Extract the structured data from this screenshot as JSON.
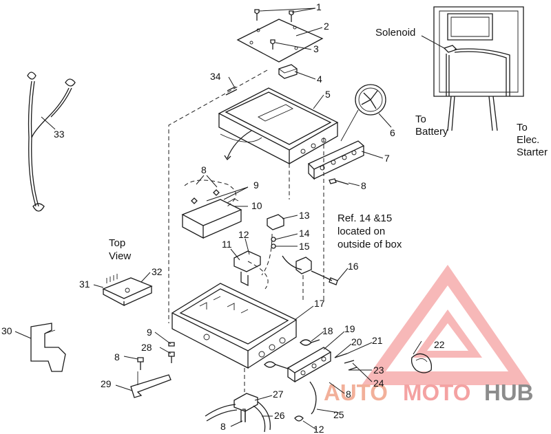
{
  "callouts": [
    {
      "id": "c1",
      "label": "1"
    },
    {
      "id": "c2",
      "label": "2"
    },
    {
      "id": "c3",
      "label": "3"
    },
    {
      "id": "c4",
      "label": "4"
    },
    {
      "id": "c5",
      "label": "5"
    },
    {
      "id": "c6",
      "label": "6"
    },
    {
      "id": "c7",
      "label": "7"
    },
    {
      "id": "c8a",
      "label": "8"
    },
    {
      "id": "c8b",
      "label": "8"
    },
    {
      "id": "c8c",
      "label": "8"
    },
    {
      "id": "c8d",
      "label": "8"
    },
    {
      "id": "c8e",
      "label": "8"
    },
    {
      "id": "c9a",
      "label": "9"
    },
    {
      "id": "c9b",
      "label": "9"
    },
    {
      "id": "c10",
      "label": "10"
    },
    {
      "id": "c11",
      "label": "11"
    },
    {
      "id": "c12a",
      "label": "12"
    },
    {
      "id": "c12b",
      "label": "12"
    },
    {
      "id": "c13",
      "label": "13"
    },
    {
      "id": "c14",
      "label": "14"
    },
    {
      "id": "c15",
      "label": "15"
    },
    {
      "id": "c16",
      "label": "16"
    },
    {
      "id": "c17",
      "label": "17"
    },
    {
      "id": "c18",
      "label": "18"
    },
    {
      "id": "c19",
      "label": "19"
    },
    {
      "id": "c20",
      "label": "20"
    },
    {
      "id": "c21",
      "label": "21"
    },
    {
      "id": "c22",
      "label": "22"
    },
    {
      "id": "c23",
      "label": "23"
    },
    {
      "id": "c24",
      "label": "24"
    },
    {
      "id": "c25",
      "label": "25"
    },
    {
      "id": "c26",
      "label": "26"
    },
    {
      "id": "c27",
      "label": "27"
    },
    {
      "id": "c28",
      "label": "28"
    },
    {
      "id": "c29",
      "label": "29"
    },
    {
      "id": "c30",
      "label": "30"
    },
    {
      "id": "c31",
      "label": "31"
    },
    {
      "id": "c32",
      "label": "32"
    },
    {
      "id": "c33",
      "label": "33"
    },
    {
      "id": "c34",
      "label": "34"
    }
  ],
  "notes": {
    "solenoid": "Solenoid",
    "to_battery_line1": "To",
    "to_battery_line2": "Battery",
    "to_starter_line1": "To",
    "to_starter_line2": "Elec.",
    "to_starter_line3": "Starter",
    "ref_line1": "Ref. 14 &15",
    "ref_line2": "located on",
    "ref_line3": "outside of box",
    "top_view_line1": "Top",
    "top_view_line2": "View"
  },
  "watermark": {
    "part1": "AUTO",
    "part2": "MOTO",
    "part3": "HUB",
    "color_primary": "#f4a2a2",
    "color_accent": "#f2b09a",
    "color_dark": "#8c8c8c"
  }
}
